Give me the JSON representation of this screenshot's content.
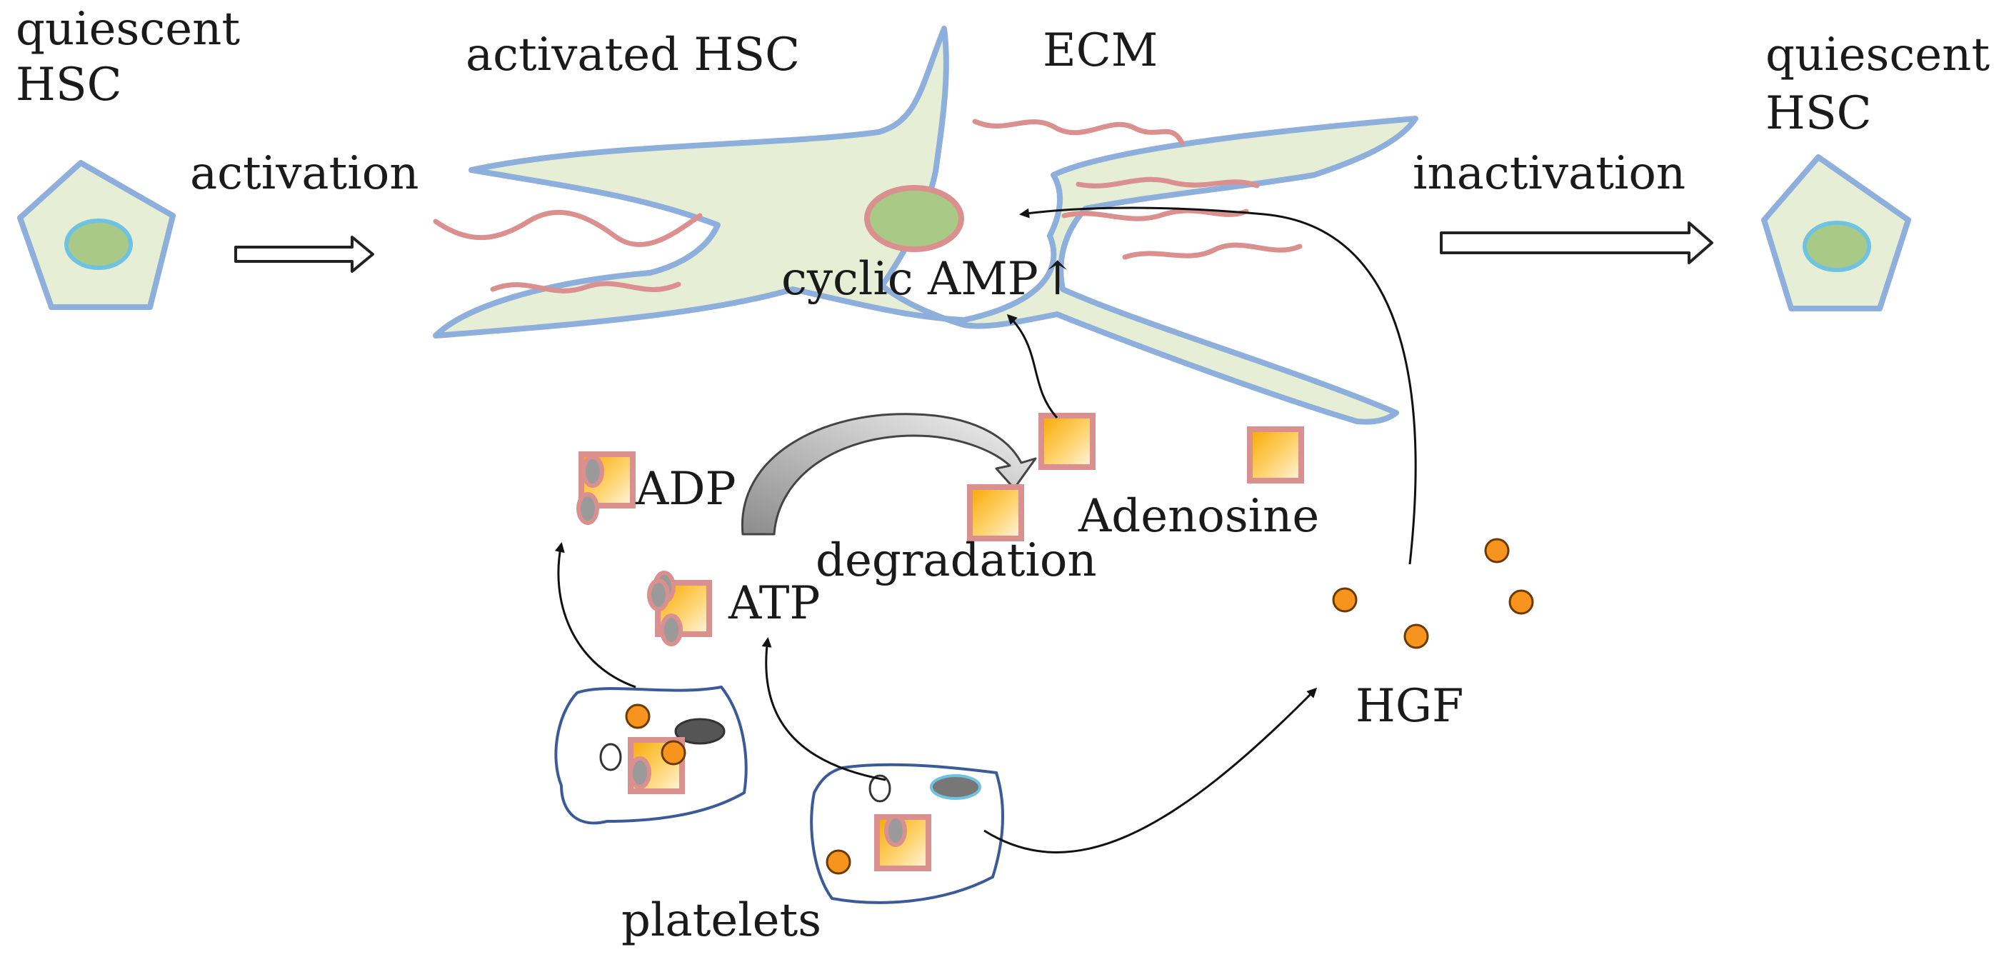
{
  "labels": {
    "quiescent_left": "quiescent",
    "hsc_left": "HSC",
    "activated_hsc": "activated HSC",
    "ecm": "ECM",
    "quiescent_right": "quiescent",
    "hsc_right": "HSC",
    "activation": "activation",
    "inactivation": "inactivation",
    "cyclic_amp": "cyclic AMP↑",
    "adp": "ADP",
    "atp": "ATP",
    "degradation": "degradation",
    "adenosine": "Adenosine",
    "hgf": "HGF",
    "platelets": "platelets"
  },
  "colors": {
    "cell_fill": "#e6efd6",
    "cell_stroke": "#8eaedb",
    "nucleus_fill": "#a9c986",
    "nucleus_ring_quiescent": "#6fc3e0",
    "nucleus_ring_activated": "#d9908e",
    "ecm_fiber": "#d9908e",
    "adenosine_fill": "#ffd36e",
    "adenosine_border": "#d9908e",
    "phosphate_gray": "#9a9a9a",
    "hgf_dot": "#f7941d",
    "platelet_stroke": "#3a5a98",
    "arrow": "#111111"
  }
}
